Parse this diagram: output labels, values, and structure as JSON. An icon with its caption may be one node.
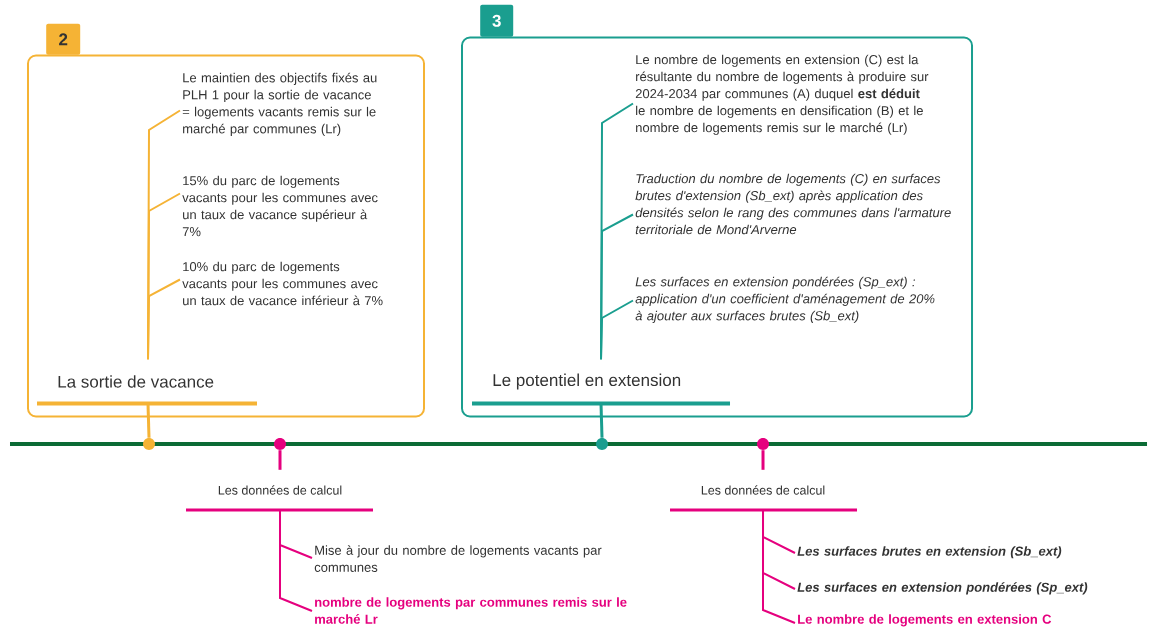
{
  "diagram": {
    "nodes": [
      {
        "text": [
          "2"
        ]
      },
      {
        "text": [
          "La sortie de vacance"
        ],
        "in": 0
      },
      {
        "text": [
          "Le maintien des objectifs fixés au PLH 1 pour la sortie de vacance = logements vacants remis sur le marché par communes (Lr)"
        ],
        "in": 0
      },
      {
        "text": [
          "15% du parc de logements vacants pour les communes avec un taux de vacance supérieur à 7%"
        ],
        "in": 0
      },
      {
        "text": [
          "10% du parc de logements vacants pour les communes avec un taux de vacance inférieur à 7%"
        ],
        "in": 0
      },
      {
        "text": [
          "3"
        ]
      },
      {
        "text": [
          "Le potentiel en extension"
        ],
        "in": 5
      },
      {
        "text": [
          "Le nombre de logements en extension (C) est la résultante du nombre de logements à produire sur 2024-2034 par communes (A) duquel **est déduit** le nombre de logements en densification (B) et le nombre de logements remis sur le marché (Lr)"
        ],
        "in": 5
      },
      {
        "text": [
          "Traduction du nombre de logements (C) en surfaces brutes d'extension (Sb_ext) après application des densités selon le rang des communes dans l'armature territoriale de Mond'Arverne"
        ],
        "in": 5
      },
      {
        "text": [
          "Les surfaces en extension pondérées (Sp_ext) : application d'un coefficient d'aménagement de 20% à ajouter aux surfaces brutes (Sb_ext)"
        ],
        "in": 5
      },
      {
        "text": [],
        "shape": "circle"
      },
      {
        "text": [],
        "shape": "circle"
      },
      {
        "text": [],
        "shape": "circle"
      },
      {
        "text": [],
        "shape": "circle"
      },
      {
        "text": [
          "Les données de calcul"
        ]
      },
      {
        "text": [
          "Mise à jour du nombre de logements vacants par communes"
        ]
      },
      {
        "text": [
          "nombre de logements par communes remis sur le marché Lr"
        ]
      },
      {
        "text": [
          "Les données de calcul"
        ]
      },
      {
        "text": [
          "Les surfaces brutes en extension (Sb_ext)"
        ]
      },
      {
        "text": [
          "Les surfaces en extension pondérées (Sp_ext)"
        ]
      },
      {
        "text": [
          "Le nombre de logements en extension C"
        ]
      }
    ],
    "edges": [
      {
        "from": 1,
        "to": 2,
        "arrow": "none",
        "color": "#f5b335"
      },
      {
        "from": 1,
        "to": 3,
        "arrow": "none",
        "color": "#f5b335"
      },
      {
        "from": 1,
        "to": 4,
        "arrow": "none",
        "color": "#f5b335"
      },
      {
        "from": 1,
        "to": 10,
        "arrow": "none",
        "color": "#f5b335"
      },
      {
        "from": 6,
        "to": 7,
        "arrow": "none",
        "color": "#1a9e8f"
      },
      {
        "from": 6,
        "to": 8,
        "arrow": "none",
        "color": "#1a9e8f"
      },
      {
        "from": 6,
        "to": 9,
        "arrow": "none",
        "color": "#1a9e8f"
      },
      {
        "from": 6,
        "to": 12,
        "arrow": "none",
        "color": "#1a9e8f"
      },
      {
        "from": 11,
        "to": 14,
        "arrow": "none"
      },
      {
        "from": 14,
        "to": 15,
        "arrow": "none"
      },
      {
        "from": 14,
        "to": 16,
        "arrow": "none"
      },
      {
        "from": 13,
        "to": 17,
        "arrow": "none"
      },
      {
        "from": 17,
        "to": 18,
        "arrow": "none"
      },
      {
        "from": 17,
        "to": 19,
        "arrow": "none"
      },
      {
        "from": 17,
        "to": 20,
        "arrow": "none"
      }
    ]
  }
}
